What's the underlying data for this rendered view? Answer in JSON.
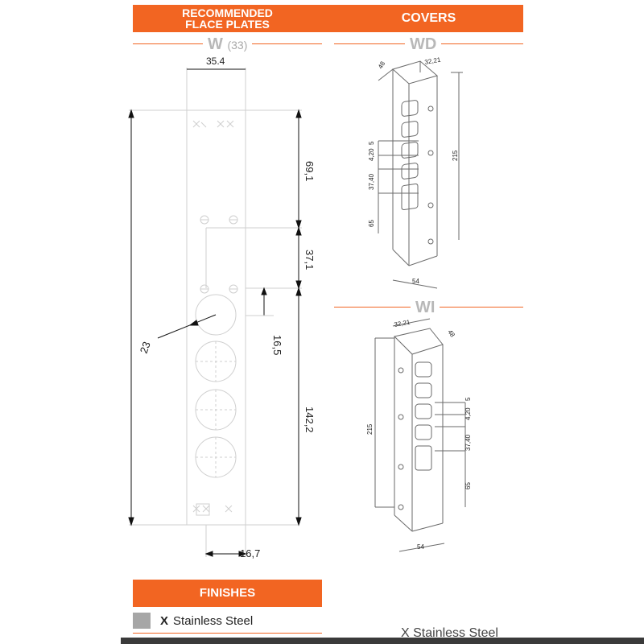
{
  "headers": {
    "plates": "RECOMMENDED\nFLACE PLATES",
    "covers": "COVERS",
    "finishes": "FINISHES"
  },
  "sections": {
    "w": {
      "letter": "W",
      "code": "(33)"
    },
    "wd": "WD",
    "wi": "WI"
  },
  "plate_dims": {
    "width": "35.4",
    "d1": "69,1",
    "d2": "37,1",
    "d3": "142,2",
    "radius": "23",
    "offset": "16,5",
    "bottom": "16,7"
  },
  "wd_dims": {
    "depth": "48",
    "width_top": "32,21",
    "height": "215",
    "d5": "5",
    "d420": "4,20",
    "d3740": "37,40",
    "d65": "65",
    "base": "54"
  },
  "wi_dims": {
    "width_top": "32,21",
    "depth": "48",
    "height": "215",
    "d5": "5",
    "d420": "4,20",
    "d3740": "37,40",
    "d65": "65",
    "base": "54"
  },
  "finishes": {
    "mark": "X",
    "label": "Stainless Steel",
    "ghost": "X Stainless Steel"
  },
  "colors": {
    "accent": "#f26522",
    "swatch": "#a6a6a6"
  }
}
